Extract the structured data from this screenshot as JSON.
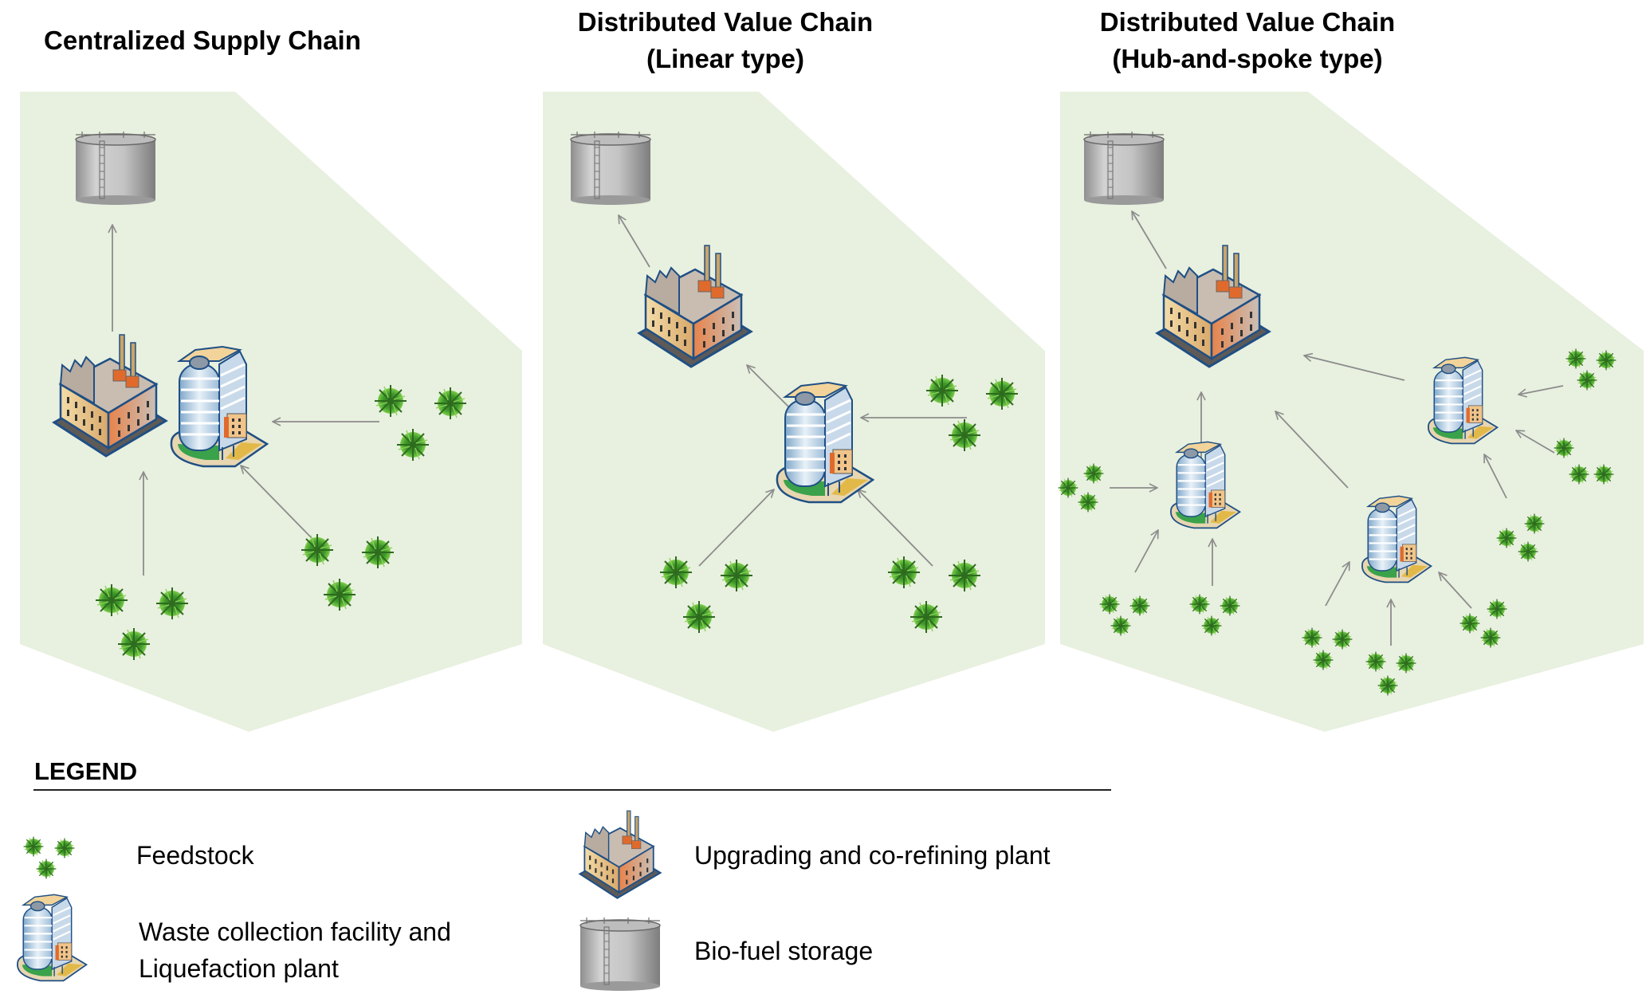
{
  "panels": [
    {
      "title_line1": "Centralized Supply Chain",
      "title_line2": ""
    },
    {
      "title_line1": "Distributed Value Chain",
      "title_line2": "(Linear type)"
    },
    {
      "title_line1": "Distributed Value Chain",
      "title_line2": "(Hub-and-spoke type)"
    }
  ],
  "legend": {
    "title": "LEGEND",
    "items": [
      {
        "icon": "feedstock-icon",
        "label": "Feedstock"
      },
      {
        "icon": "upgrading-plant-icon",
        "label": "Upgrading and co-refining plant"
      },
      {
        "icon": "waste-collection-icon",
        "label_line1": "Waste collection facility and",
        "label_line2": "Liquefaction plant"
      },
      {
        "icon": "biofuel-storage-icon",
        "label": "Bio-fuel storage"
      }
    ]
  },
  "colors": {
    "panel_fill": "#e8f0df",
    "arrow": "#8c8c8c",
    "text": "#000000"
  }
}
